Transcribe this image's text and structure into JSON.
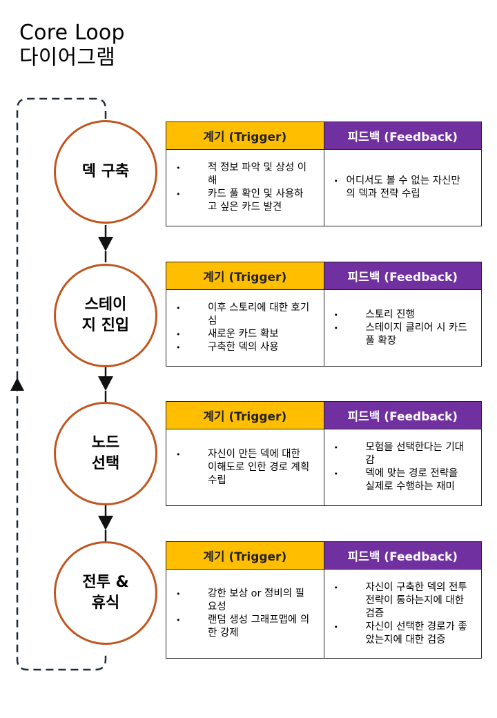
{
  "title": {
    "line1": "Core Loop",
    "line2": "다이어그램"
  },
  "labels": {
    "trigger": "계기 (Trigger)",
    "feedback": "피드백 (Feedback)"
  },
  "colors": {
    "node_border": "#c0561f",
    "trigger_header": "#ffbf00",
    "feedback_header": "#7030a0",
    "loop_line": "#1f2a38"
  },
  "stages": [
    {
      "node": "덱 구축",
      "triggers": [
        "적 정보 파악 및 상성 이해",
        "카드 풀 확인 및 사용하고 싶은 카드 발견"
      ],
      "feedbacks": [
        "어디서도 볼 수 없는 자신만의 덱과 전략 수립"
      ]
    },
    {
      "node": "스테이\n지 진입",
      "triggers": [
        "이후 스토리에 대한 호기심",
        "새로운 카드 확보",
        "구축한 덱의 사용"
      ],
      "feedbacks": [
        "스토리 진행",
        "스테이지 클리어 시 카드 풀 확장"
      ]
    },
    {
      "node": "노드\n선택",
      "triggers": [
        "자신이 만든 덱에 대한 이해도로 인한 경로 계획 수립"
      ],
      "feedbacks": [
        "모험을 선택한다는 기대감",
        "덱에 맞는 경로 전략을 실제로 수행하는 재미"
      ]
    },
    {
      "node": "전투 &\n휴식",
      "triggers": [
        "강한 보상 or 정비의 필요성",
        "랜덤 생성 그래프맵에 의한 강제"
      ],
      "feedbacks": [
        "자신이 구축한 덱의 전투전략이 통하는지에 대한 검증",
        "자신이 선택한 경로가 좋았는지에 대한 검증"
      ]
    }
  ]
}
